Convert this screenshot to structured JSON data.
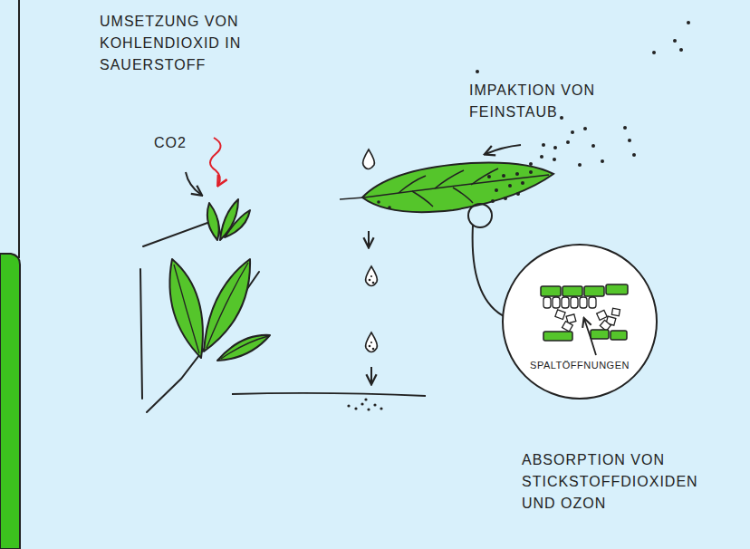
{
  "diagram": {
    "nodes": [
      {
        "text": [
          "SPALTÖFFNUNGEN"
        ]
      }
    ],
    "labels": [
      "UMSETZUNG VON KOHLENDIOXID IN SAUERSTOFF",
      "CO2",
      "IMPAKTION VON FEINSTAUB",
      "ABSORPTION VON STICKSTOFFDIOXIDEN UND OZON"
    ]
  }
}
